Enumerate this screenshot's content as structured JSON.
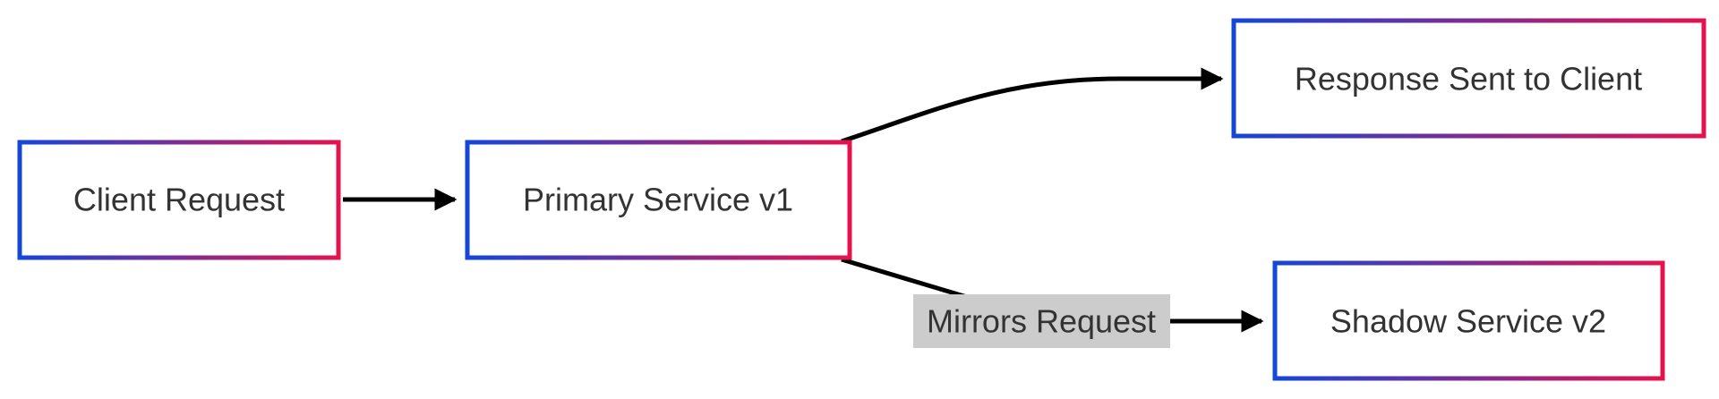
{
  "diagram": {
    "nodes": {
      "client_request": "Client Request",
      "primary_service": "Primary Service v1",
      "response_sent": "Response Sent to Client",
      "shadow_service": "Shadow Service v2"
    },
    "edges": {
      "mirror_label": "Mirrors Request"
    },
    "colors": {
      "border_start": "#1446d8",
      "border_end": "#e4134f",
      "text": "#333333",
      "edge": "#000000",
      "edge_label_bg": "#cccccc"
    }
  }
}
